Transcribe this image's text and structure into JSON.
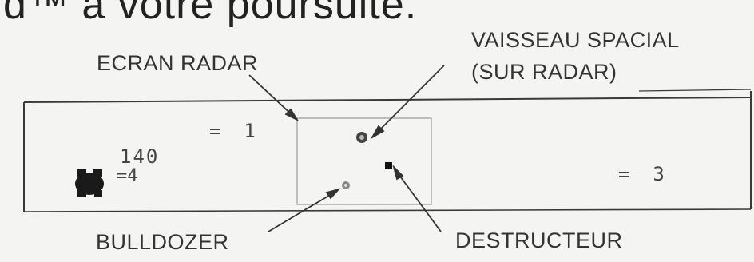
{
  "header_text": "d™ à votre poursuite.",
  "labels": {
    "radar_screen": "ECRAN RADAR",
    "spaceship_line1": "VAISSEAU SPACIAL",
    "spaceship_line2": "(SUR RADAR)",
    "bulldozer": "BULLDOZER",
    "destroyer": "DESTRUCTEUR"
  },
  "screen": {
    "points_value": "140",
    "lives_value": "=4",
    "top_count": "=  1",
    "right_count": "=  3"
  },
  "icons": {
    "lives": "tank-icon",
    "spaceship": "spaceship-dot-icon",
    "bulldozer": "bulldozer-dot-icon",
    "destroyer": "destroyer-square-icon"
  }
}
